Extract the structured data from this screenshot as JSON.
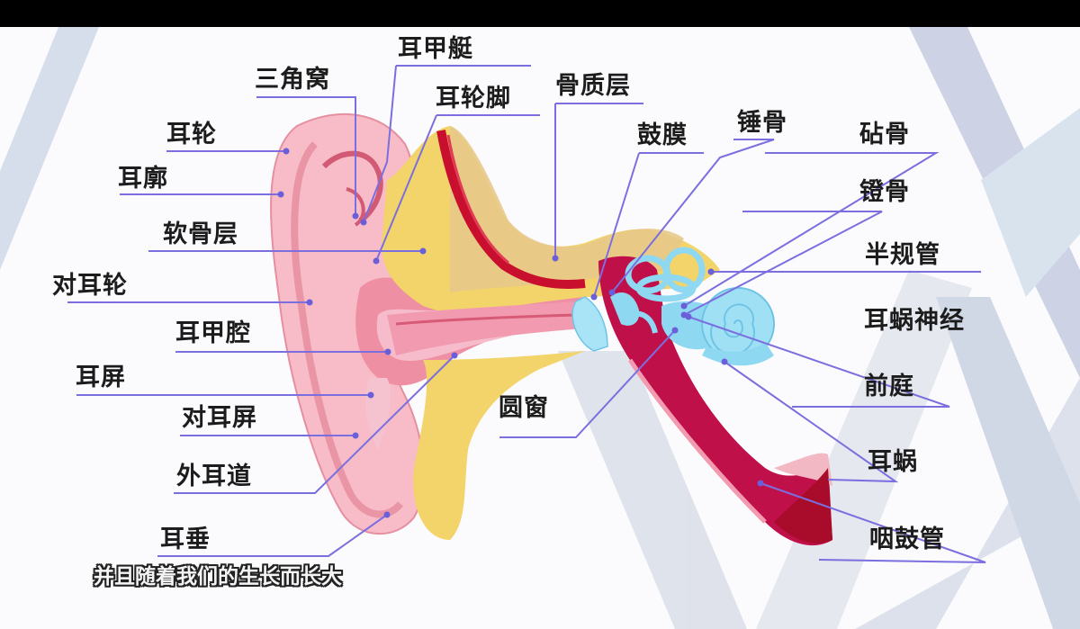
{
  "frame": {
    "subtitle": "并且随着我们的生长而长大"
  },
  "diagram": {
    "subject": "ear anatomy",
    "colors": {
      "skin": "#f5b8c4",
      "skin_dark": "#e88597",
      "fat": "#f4d463",
      "bone": "#e9c98a",
      "muscle": "#c8102e",
      "middle_ear": "#c0104a",
      "inner_ear": "#8fd8f2",
      "leader_line": "#7b6fe0",
      "label_text": "#1c1c1c"
    },
    "labels": {
      "erjiating": "耳甲艇",
      "sanjiaowo": "三角窝",
      "erlunjiao": "耳轮脚",
      "gu_zhi_ceng": "骨质层",
      "erlun": "耳轮",
      "gumo": "鼓膜",
      "chuigu": "锤骨",
      "zhengu": "砧骨",
      "erkuo": "耳廓",
      "denggu": "镫骨",
      "ruangu_ceng": "软骨层",
      "bangui_guan": "半规管",
      "duierlun": "对耳轮",
      "erwo_shenjing": "耳蜗神经",
      "erjiaqiang": "耳甲腔",
      "qianting": "前庭",
      "erping": "耳屏",
      "yuanchuang": "圆窗",
      "duierping": "对耳屏",
      "waierdao": "外耳道",
      "erwo": "耳蜗",
      "erchui": "耳垂",
      "yangu_guan": "咽鼓管"
    }
  }
}
